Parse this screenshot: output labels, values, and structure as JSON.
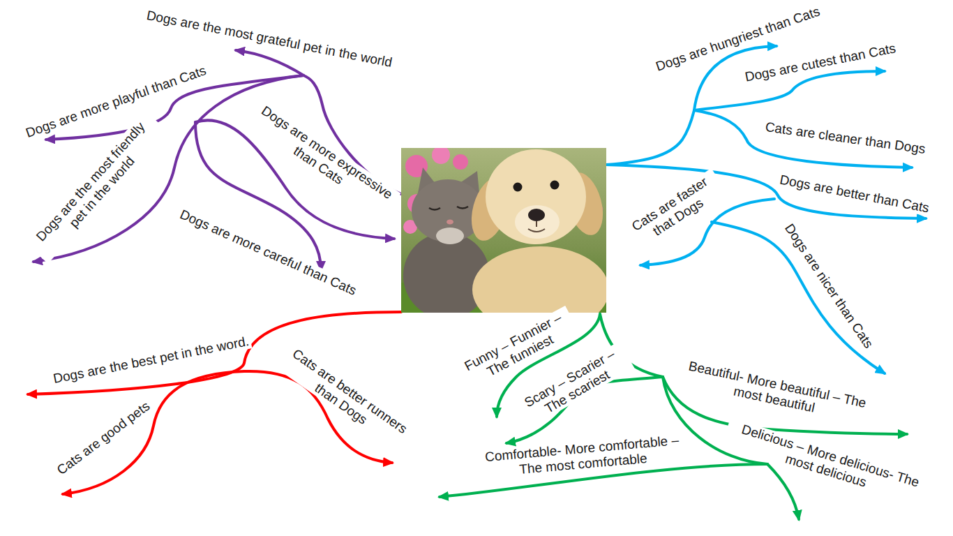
{
  "diagram": {
    "labels": [
      "Dogs are the most grateful pet in the world",
      "Dogs are more playful than Cats",
      "Dogs are more expressive than Cats",
      "Dogs are the most friendly pet in the world",
      "Dogs are more careful than Cats",
      "Dogs are hungriest than Cats",
      "Dogs are cutest than Cats",
      "Cats are cleaner than Dogs",
      "Dogs are better than Cats",
      "Cats are faster that Dogs",
      "Dogs are nicer than Cats",
      "Dogs are the best pet in the word.",
      "Cats are better runners than Dogs",
      "Cats are good pets",
      "Funny – Funnier – The funniest",
      "Scary – Scarier – The scariest",
      "Beautiful- More beautiful – The most beautiful",
      "Comfortable- More comfortable – The most comfortable",
      "Delicious – More delicious- The most delicious"
    ]
  }
}
